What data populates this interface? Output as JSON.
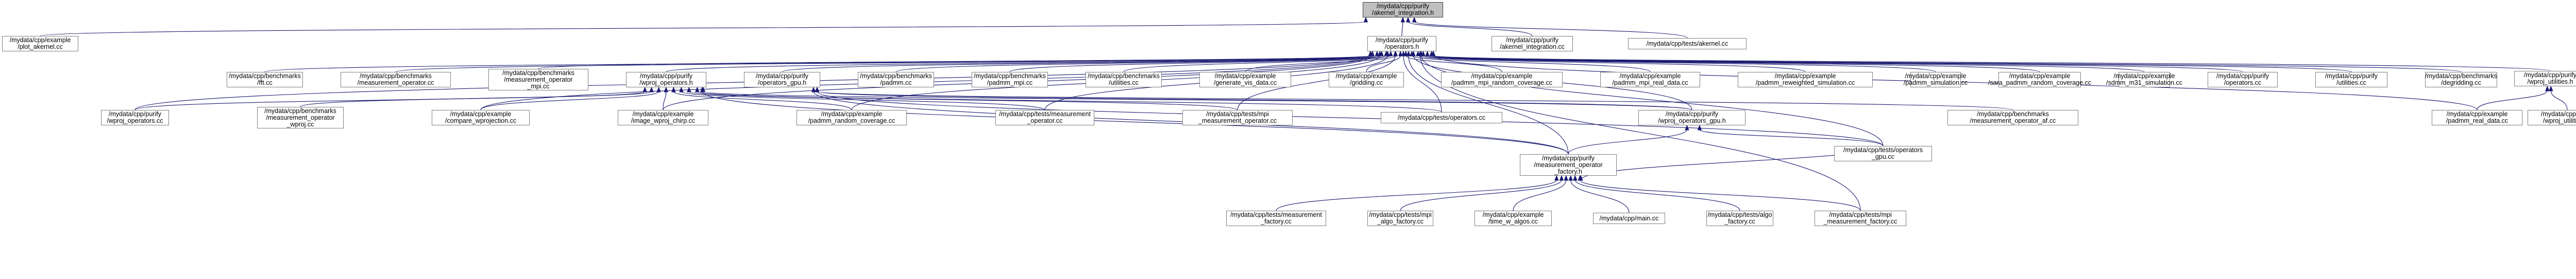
{
  "graph": {
    "colors": {
      "root_fill": "#bfbfbf",
      "node_fill": "#ffffff",
      "node_border": "#7f7f7f",
      "edge": "#191970"
    },
    "nodes": [
      {
        "id": "akernel_h",
        "lines": [
          "/mydata/cpp/purify",
          "/akernel_integration.h"
        ],
        "root": true
      },
      {
        "id": "plot_akernel",
        "lines": [
          "/mydata/cpp/example",
          "/plot_akernel.cc"
        ]
      },
      {
        "id": "operators_h",
        "lines": [
          "/mydata/cpp/purify",
          "/operators.h"
        ]
      },
      {
        "id": "akernel_cc",
        "lines": [
          "/mydata/cpp/purify",
          "/akernel_integration.cc"
        ]
      },
      {
        "id": "tests_akernel",
        "lines": [
          "/mydata/cpp/tests/akernel.cc"
        ]
      },
      {
        "id": "bench_fft",
        "lines": [
          "/mydata/cpp/benchmarks",
          "/fft.cc"
        ]
      },
      {
        "id": "bench_measop",
        "lines": [
          "/mydata/cpp/benchmarks",
          "/measurement_operator.cc"
        ]
      },
      {
        "id": "bench_measop_mpi",
        "lines": [
          "/mydata/cpp/benchmarks",
          "/measurement_operator",
          "_mpi.cc"
        ]
      },
      {
        "id": "wproj_operators_h",
        "lines": [
          "/mydata/cpp/purify",
          "/wproj_operators.h"
        ]
      },
      {
        "id": "operators_gpu_h",
        "lines": [
          "/mydata/cpp/purify",
          "/operators_gpu.h"
        ]
      },
      {
        "id": "bench_padmm",
        "lines": [
          "/mydata/cpp/benchmarks",
          "/padmm.cc"
        ]
      },
      {
        "id": "bench_padmm_mpi",
        "lines": [
          "/mydata/cpp/benchmarks",
          "/padmm_mpi.cc"
        ]
      },
      {
        "id": "bench_utilities",
        "lines": [
          "/mydata/cpp/benchmarks",
          "/utilities.cc"
        ]
      },
      {
        "id": "ex_generate_vis",
        "lines": [
          "/mydata/cpp/example",
          "/generate_vis_data.cc"
        ]
      },
      {
        "id": "ex_gridding",
        "lines": [
          "/mydata/cpp/example",
          "/gridding.cc"
        ]
      },
      {
        "id": "ex_padmm_mpi_random",
        "lines": [
          "/mydata/cpp/example",
          "/padmm_mpi_random_coverage.cc"
        ]
      },
      {
        "id": "ex_padmm_mpi_real",
        "lines": [
          "/mydata/cpp/example",
          "/padmm_mpi_real_data.cc"
        ]
      },
      {
        "id": "ex_padmm_reweighted",
        "lines": [
          "/mydata/cpp/example",
          "/padmm_reweighted_simulation.cc"
        ]
      },
      {
        "id": "ex_padmm_sim",
        "lines": [
          "/mydata/cpp/example",
          "/padmm_simulation.cc"
        ]
      },
      {
        "id": "ex_sara_padmm",
        "lines": [
          "/mydata/cpp/example",
          "/sara_padmm_random_coverage.cc"
        ]
      },
      {
        "id": "ex_sdmm_m31",
        "lines": [
          "/mydata/cpp/example",
          "/sdmm_m31_simulation.cc"
        ]
      },
      {
        "id": "operators_cc",
        "lines": [
          "/mydata/cpp/purify",
          "/operators.cc"
        ]
      },
      {
        "id": "utilities_cc",
        "lines": [
          "/mydata/cpp/purify",
          "/utilities.cc"
        ]
      },
      {
        "id": "bench_degridding",
        "lines": [
          "/mydata/cpp/benchmarks",
          "/degridding.cc"
        ]
      },
      {
        "id": "wproj_utilities_h",
        "lines": [
          "/mydata/cpp/purify",
          "/wproj_utilities.h"
        ]
      },
      {
        "id": "wproj_operators_cc",
        "lines": [
          "/mydata/cpp/purify",
          "/wproj_operators.cc"
        ]
      },
      {
        "id": "bench_measop_wproj",
        "lines": [
          "/mydata/cpp/benchmarks",
          "/measurement_operator",
          "_wproj.cc"
        ]
      },
      {
        "id": "ex_compare_wproj",
        "lines": [
          "/mydata/cpp/example",
          "/compare_wprojection.cc"
        ]
      },
      {
        "id": "ex_image_wproj_chirp",
        "lines": [
          "/mydata/cpp/example",
          "/image_wproj_chirp.cc"
        ]
      },
      {
        "id": "ex_padmm_random_cov",
        "lines": [
          "/mydata/cpp/example",
          "/padmm_random_coverage.cc"
        ]
      },
      {
        "id": "tests_measop",
        "lines": [
          "/mydata/cpp/tests/measurement",
          "_operator.cc"
        ]
      },
      {
        "id": "tests_mpi_measop",
        "lines": [
          "/mydata/cpp/tests/mpi",
          "_measurement_operator.cc"
        ]
      },
      {
        "id": "tests_operators",
        "lines": [
          "/mydata/cpp/tests/operators.cc"
        ]
      },
      {
        "id": "wproj_operators_gpu_h",
        "lines": [
          "/mydata/cpp/purify",
          "/wproj_operators_gpu.h"
        ]
      },
      {
        "id": "bench_measop_af",
        "lines": [
          "/mydata/cpp/benchmarks",
          "/measurement_operator_af.cc"
        ]
      },
      {
        "id": "tests_operators_gpu",
        "lines": [
          "/mydata/cpp/tests/operators",
          "_gpu.cc"
        ]
      },
      {
        "id": "measop_factory_h",
        "lines": [
          "/mydata/cpp/purify",
          "/measurement_operator",
          "_factory.h"
        ]
      },
      {
        "id": "ex_padmm_real",
        "lines": [
          "/mydata/cpp/example",
          "/padmm_real_data.cc"
        ]
      },
      {
        "id": "wproj_utilities_cc",
        "lines": [
          "/mydata/cpp/purify",
          "/wproj_utilities.cc"
        ]
      },
      {
        "id": "tests_measop_factory",
        "lines": [
          "/mydata/cpp/tests/measurement",
          "_factory.cc"
        ]
      },
      {
        "id": "tests_mpi_algo",
        "lines": [
          "/mydata/cpp/tests/mpi",
          "_algo_factory.cc"
        ]
      },
      {
        "id": "ex_time_w_algos",
        "lines": [
          "/mydata/cpp/example",
          "/time_w_algos.cc"
        ]
      },
      {
        "id": "purify_main",
        "lines": [
          "/mydata/cpp/main.cc"
        ]
      },
      {
        "id": "tests_algo_factory",
        "lines": [
          "/mydata/cpp/tests/algo",
          "_factory.cc"
        ]
      },
      {
        "id": "tests_mpi_measop_factory",
        "lines": [
          "/mydata/cpp/tests/mpi",
          "_measurement_factory.cc"
        ]
      }
    ],
    "edges": [
      [
        "plot_akernel",
        "akernel_h"
      ],
      [
        "operators_h",
        "akernel_h"
      ],
      [
        "akernel_cc",
        "akernel_h"
      ],
      [
        "tests_akernel",
        "akernel_h"
      ],
      [
        "bench_fft",
        "operators_h"
      ],
      [
        "bench_measop",
        "operators_h"
      ],
      [
        "bench_measop_mpi",
        "operators_h"
      ],
      [
        "wproj_operators_h",
        "operators_h"
      ],
      [
        "operators_gpu_h",
        "operators_h"
      ],
      [
        "bench_padmm",
        "operators_h"
      ],
      [
        "bench_padmm_mpi",
        "operators_h"
      ],
      [
        "bench_utilities",
        "operators_h"
      ],
      [
        "ex_generate_vis",
        "operators_h"
      ],
      [
        "ex_gridding",
        "operators_h"
      ],
      [
        "ex_padmm_mpi_random",
        "operators_h"
      ],
      [
        "ex_padmm_mpi_real",
        "operators_h"
      ],
      [
        "ex_padmm_reweighted",
        "operators_h"
      ],
      [
        "ex_padmm_sim",
        "operators_h"
      ],
      [
        "ex_sara_padmm",
        "operators_h"
      ],
      [
        "ex_sdmm_m31",
        "operators_h"
      ],
      [
        "operators_cc",
        "operators_h"
      ],
      [
        "utilities_cc",
        "operators_h"
      ],
      [
        "bench_degridding",
        "operators_h"
      ],
      [
        "wproj_utilities_h",
        "operators_h"
      ],
      [
        "wproj_operators_cc",
        "operators_h"
      ],
      [
        "ex_compare_wproj",
        "operators_h"
      ],
      [
        "ex_image_wproj_chirp",
        "operators_h"
      ],
      [
        "ex_padmm_random_cov",
        "operators_h"
      ],
      [
        "tests_measop",
        "operators_h"
      ],
      [
        "tests_mpi_measop",
        "operators_h"
      ],
      [
        "tests_operators",
        "operators_h"
      ],
      [
        "wproj_operators_gpu_h",
        "operators_h"
      ],
      [
        "tests_operators_gpu",
        "operators_h"
      ],
      [
        "measop_factory_h",
        "operators_h"
      ],
      [
        "ex_padmm_real",
        "operators_h"
      ],
      [
        "tests_mpi_measop_factory",
        "operators_h"
      ],
      [
        "wproj_operators_cc",
        "wproj_operators_h"
      ],
      [
        "bench_measop_wproj",
        "wproj_operators_h"
      ],
      [
        "ex_compare_wproj",
        "wproj_operators_h"
      ],
      [
        "ex_image_wproj_chirp",
        "wproj_operators_h"
      ],
      [
        "ex_padmm_random_cov",
        "wproj_operators_h"
      ],
      [
        "tests_measop",
        "wproj_operators_h"
      ],
      [
        "tests_mpi_measop",
        "wproj_operators_h"
      ],
      [
        "tests_operators",
        "wproj_operators_h"
      ],
      [
        "wproj_operators_gpu_h",
        "wproj_operators_h"
      ],
      [
        "measop_factory_h",
        "wproj_operators_h"
      ],
      [
        "wproj_operators_gpu_h",
        "operators_gpu_h"
      ],
      [
        "bench_measop_af",
        "operators_gpu_h"
      ],
      [
        "tests_operators_gpu",
        "operators_gpu_h"
      ],
      [
        "measop_factory_h",
        "operators_gpu_h"
      ],
      [
        "tests_operators_gpu",
        "wproj_operators_gpu_h"
      ],
      [
        "measop_factory_h",
        "wproj_operators_gpu_h"
      ],
      [
        "ex_padmm_real",
        "wproj_utilities_h"
      ],
      [
        "wproj_utilities_cc",
        "wproj_utilities_h"
      ],
      [
        "tests_operators_gpu",
        "measop_factory_h"
      ],
      [
        "tests_measop_factory",
        "measop_factory_h"
      ],
      [
        "tests_mpi_algo",
        "measop_factory_h"
      ],
      [
        "ex_time_w_algos",
        "measop_factory_h"
      ],
      [
        "purify_main",
        "measop_factory_h"
      ],
      [
        "tests_algo_factory",
        "measop_factory_h"
      ],
      [
        "tests_mpi_measop_factory",
        "measop_factory_h"
      ]
    ]
  }
}
